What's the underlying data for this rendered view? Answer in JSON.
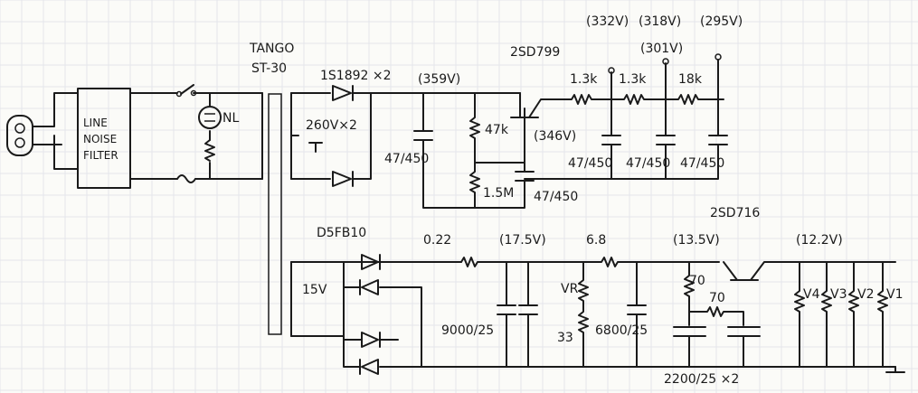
{
  "transformer": {
    "brand": "TANGO",
    "model": "ST-30"
  },
  "filter": {
    "line1": "LINE",
    "line2": "NOISE",
    "line3": "FILTER"
  },
  "neon_lamp": "NL",
  "hv": {
    "rectifier": "1S1892 ×2",
    "secondary": "260V×2",
    "v_rect": "(359V)",
    "cap1": "47/450",
    "r_div_top": "47k",
    "r_div_bot": "1.5M",
    "cap_div": "47/450",
    "transistor": "2SD799",
    "v_base": "(346V)",
    "r1": "1.3k",
    "r2": "1.3k",
    "r3": "18k",
    "cap2": "47/450",
    "cap3": "47/450",
    "cap4": "47/450",
    "v_out1": "(332V)",
    "v_out2": "(318V)",
    "v_out2b": "(301V)",
    "v_out3": "(295V)"
  },
  "lv": {
    "rectifier": "D5FB10",
    "secondary": "15V",
    "r1": "0.22",
    "v1": "(17.5V)",
    "cap1": "9000/25",
    "r2": "6.8",
    "v2": "(13.5V)",
    "vr": "VR",
    "r_vr": "33",
    "cap2": "6800/25",
    "transistor": "2SD716",
    "r_b1": "70",
    "r_b2": "70",
    "cap_b": "2200/25 ×2",
    "v_out": "(12.2V)",
    "heaters": [
      "V4",
      "V3",
      "V2",
      "V1"
    ]
  }
}
